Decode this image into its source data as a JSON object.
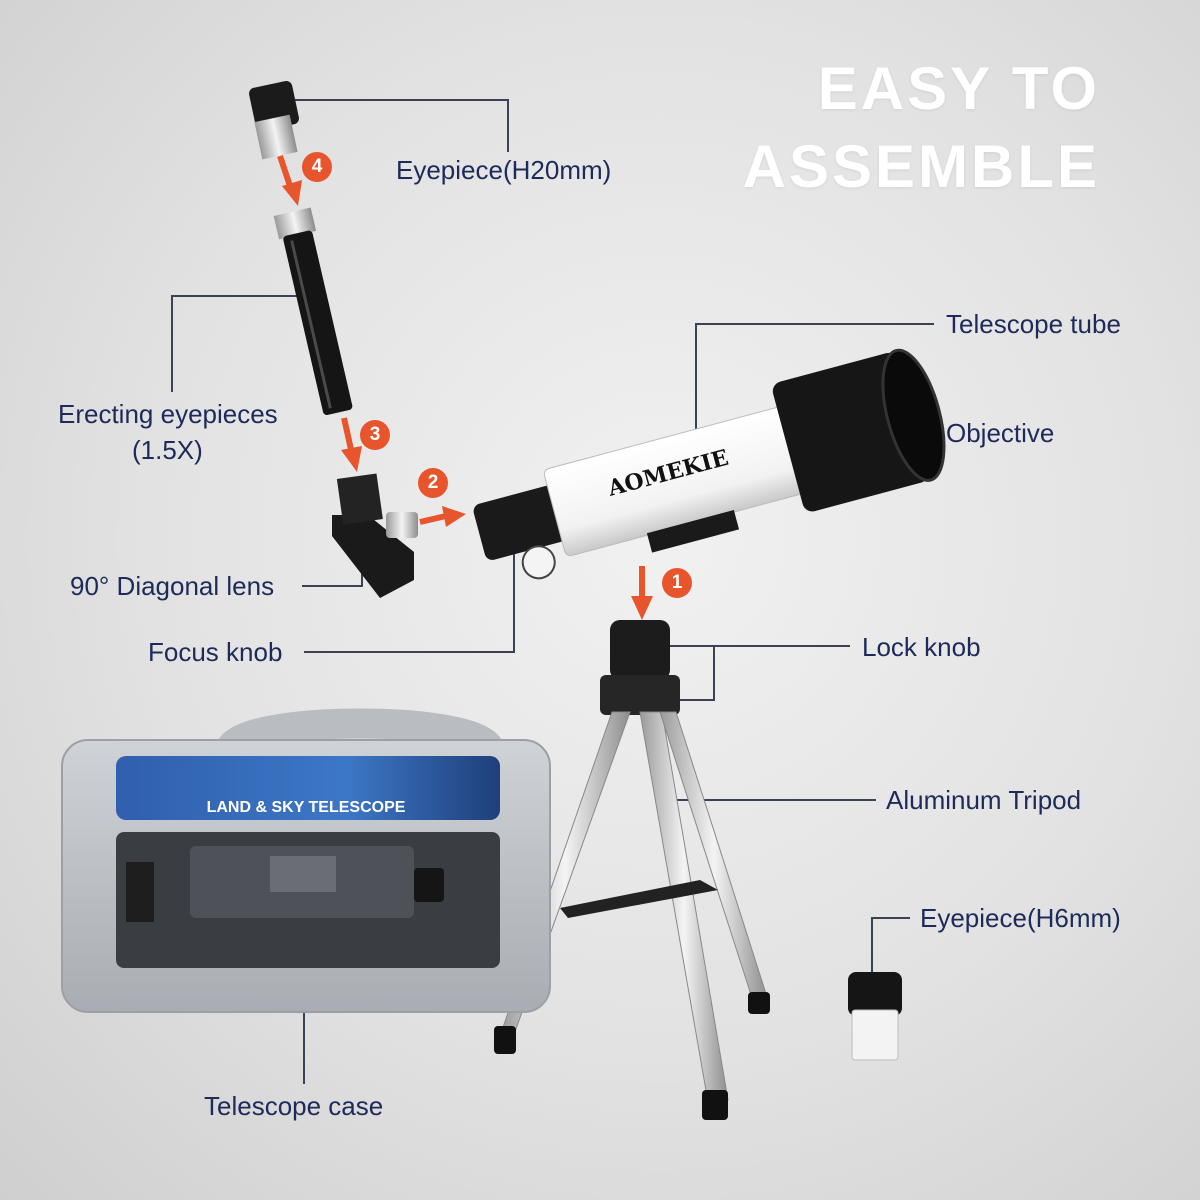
{
  "headline": {
    "line1": "EASY TO",
    "line2": "ASSEMBLE"
  },
  "brand": "AOMEKIE",
  "case_banner": "LAND & SKY TELESCOPE",
  "labels": {
    "eyepiece_h20": "Eyepiece(H20mm)",
    "erecting_line1": "Erecting eyepieces",
    "erecting_line2": "(1.5X)",
    "diagonal": "90° Diagonal lens",
    "focus_knob": "Focus knob",
    "telescope_tube": "Telescope tube",
    "objective": "Objective",
    "lock_knob": "Lock knob",
    "tripod": "Aluminum Tripod",
    "eyepiece_h6": "Eyepiece(H6mm)",
    "case": "Telescope case"
  },
  "steps": [
    "1",
    "2",
    "3",
    "4"
  ],
  "colors": {
    "accent": "#e8542c",
    "label": "#1e2a5a",
    "leader": "#3a4256"
  }
}
